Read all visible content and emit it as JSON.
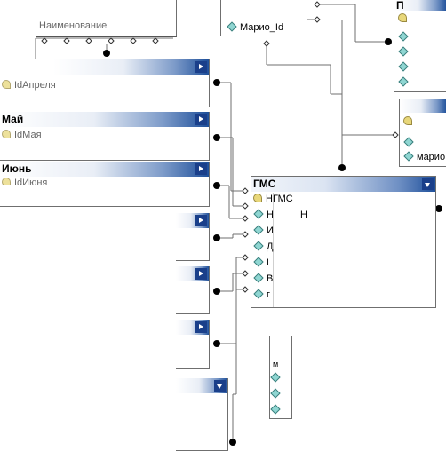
{
  "tables": {
    "top_partial": {
      "field": "Наименование"
    },
    "april": {
      "field": "IdАпреля"
    },
    "may": {
      "title": "Май",
      "field": "IdМая"
    },
    "june": {
      "title": "Июнь",
      "field": "IdИюня"
    },
    "gms": {
      "title": "ГМС",
      "fields": [
        {
          "label": "НГМС",
          "kind": "key"
        },
        {
          "label": "Н",
          "kind": "field"
        },
        {
          "label": "И",
          "kind": "field"
        },
        {
          "label": "Д",
          "kind": "field"
        },
        {
          "label": "L",
          "kind": "field"
        },
        {
          "label": "B",
          "kind": "field"
        },
        {
          "label": "г",
          "kind": "field"
        }
      ],
      "link_label": "Н"
    },
    "mid_partial": {
      "field": "м"
    },
    "top_center": {
      "field": "Марио_Id"
    },
    "top_right": {
      "title": "П"
    },
    "right_partial": {
      "field": "марио"
    }
  },
  "colors": {
    "header_dark": "#1e4f9a",
    "header_light": "#e9eef6",
    "line": "#6f6f6f"
  }
}
